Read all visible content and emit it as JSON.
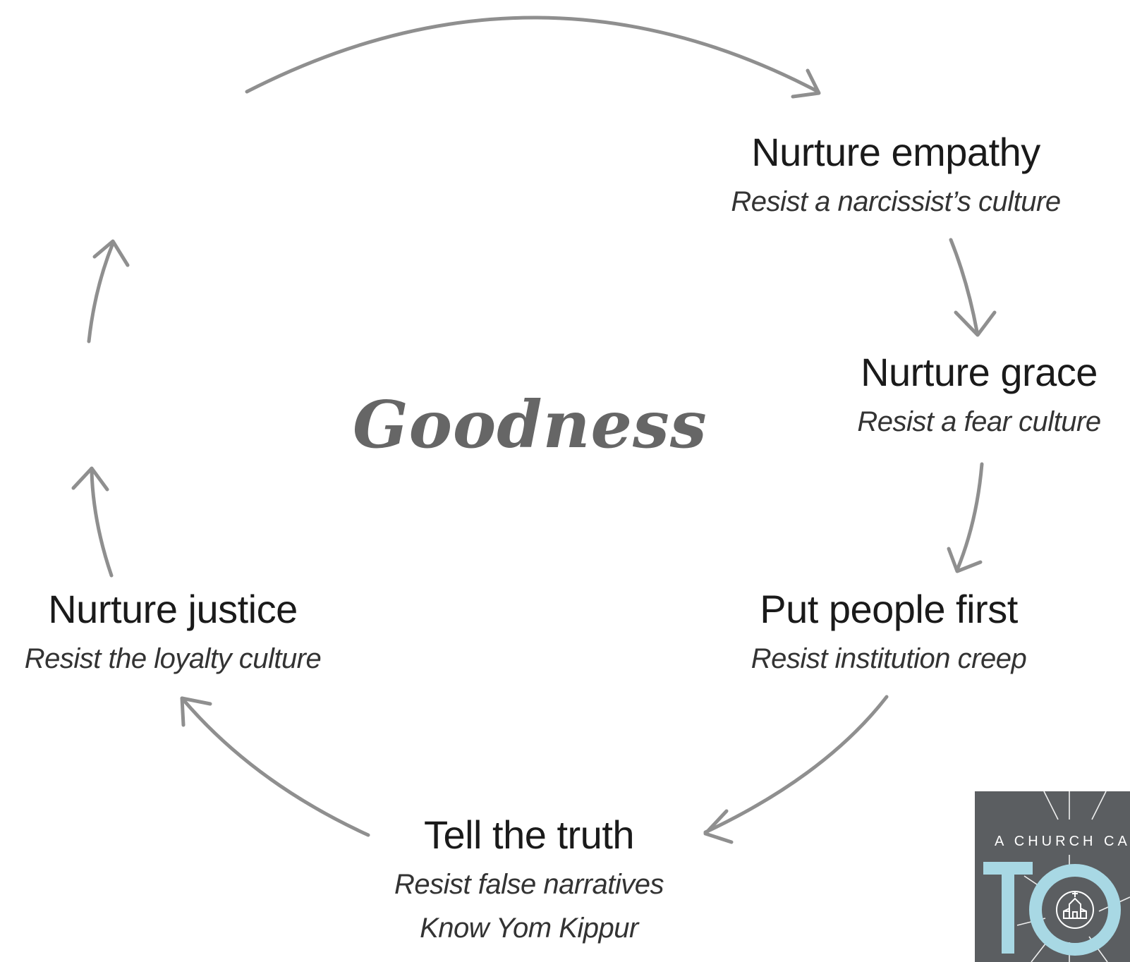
{
  "diagram": {
    "center_label": "Goodness",
    "nodes": [
      {
        "title": "Nurture empathy",
        "subtitle": "Resist a narcissist’s culture"
      },
      {
        "title": "Nurture grace",
        "subtitle": "Resist a fear culture"
      },
      {
        "title": "Put people first",
        "subtitle": "Resist institution creep"
      },
      {
        "title": "Tell the truth",
        "subtitle": "Resist false narratives",
        "subtitle2": "Know Yom Kippur"
      },
      {
        "title": "Nurture justice",
        "subtitle": "Resist the loyalty culture"
      }
    ],
    "arrow_color": "#8f8f8f"
  },
  "logo": {
    "text": "A CHURCH CA",
    "background": "#5b5e61",
    "accent": "#a8d8e4",
    "icon": "church-icon"
  }
}
